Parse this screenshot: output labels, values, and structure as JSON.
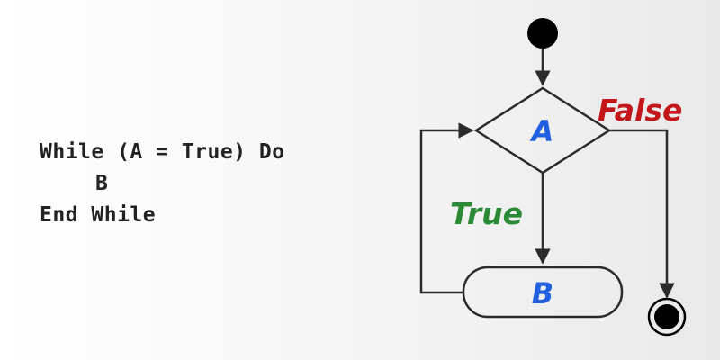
{
  "code": {
    "line1": "While (A = True) Do",
    "line2": "B",
    "line3": "End While"
  },
  "flowchart": {
    "decision_label": "A",
    "action_label": "B",
    "true_label": "True",
    "false_label": "False",
    "colors": {
      "node_text": "#1f5fe0",
      "true": "#2a8a35",
      "false": "#c2161b",
      "line": "#2b2b2b"
    }
  }
}
